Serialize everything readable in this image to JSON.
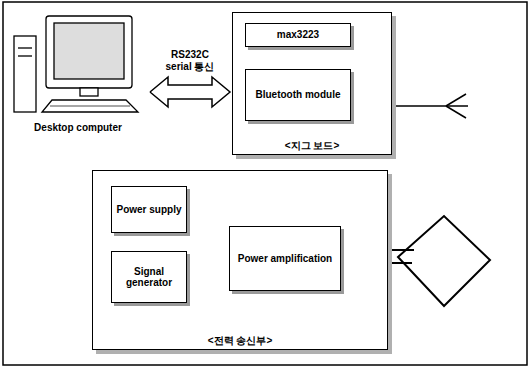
{
  "diagram": {
    "nodes": [
      {
        "text": [
          "Desktop computer"
        ]
      },
      {
        "text": [
          "<지그 보드>"
        ]
      },
      {
        "text": [
          "max3223"
        ],
        "in": 1
      },
      {
        "text": [
          "Bluetooth module"
        ],
        "in": 1
      },
      {
        "text": [
          "<전력 송신부>"
        ]
      },
      {
        "text": [
          "Power supply"
        ],
        "in": 4
      },
      {
        "text": [
          "Signal generator"
        ],
        "in": 4
      },
      {
        "text": [
          "Power amplification"
        ],
        "in": 4
      }
    ],
    "edges": [
      {
        "from": 0,
        "to": 1,
        "arrow": "both",
        "label": "RS232C serial 통신"
      },
      {
        "from": 5,
        "to": 7,
        "arrow": "to"
      },
      {
        "from": 6,
        "to": 7,
        "arrow": "to"
      }
    ]
  }
}
